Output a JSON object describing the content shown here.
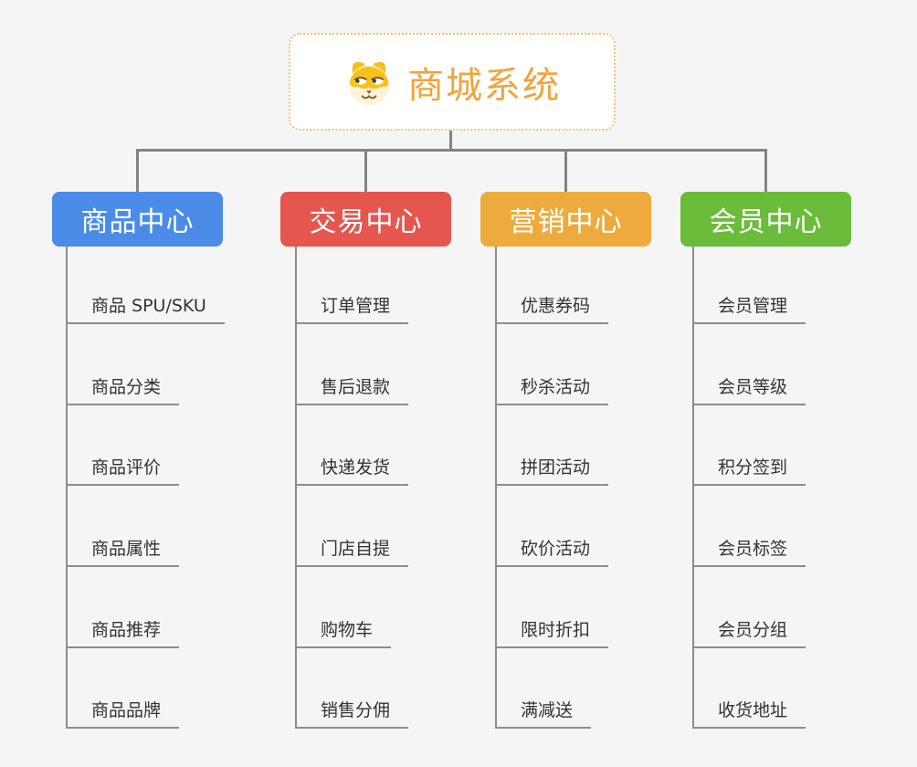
{
  "root": {
    "title": "商城系统",
    "icon": "dog-face-icon",
    "title_color": "#f0a43c",
    "border_color": "#f4c06c"
  },
  "connector_color": "#838383",
  "branches": [
    {
      "label": "商品中心",
      "color": "#4a8ce8",
      "items": [
        "商品 SPU/SKU",
        "商品分类",
        "商品评价",
        "商品属性",
        "商品推荐",
        "商品品牌"
      ]
    },
    {
      "label": "交易中心",
      "color": "#e5564f",
      "items": [
        "订单管理",
        "售后退款",
        "快递发货",
        "门店自提",
        "购物车",
        "销售分佣"
      ]
    },
    {
      "label": "营销中心",
      "color": "#edab3d",
      "items": [
        "优惠券码",
        "秒杀活动",
        "拼团活动",
        "砍价活动",
        "限时折扣",
        "满减送"
      ]
    },
    {
      "label": "会员中心",
      "color": "#6abc3a",
      "items": [
        "会员管理",
        "会员等级",
        "积分签到",
        "会员标签",
        "会员分组",
        "收货地址"
      ]
    }
  ]
}
